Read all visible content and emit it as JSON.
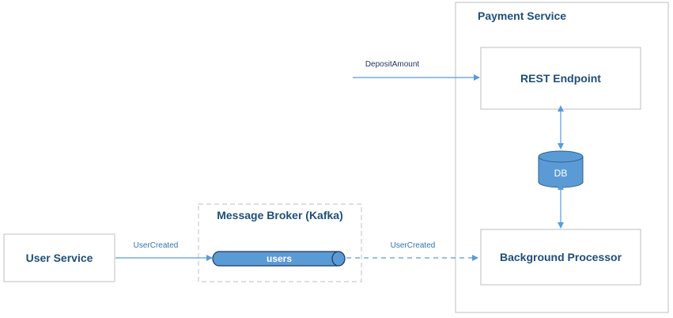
{
  "colors": {
    "stroke_box": "#bfbfbf",
    "text_dark": "#1f4e79",
    "arrow": "#5b9bd5",
    "fill_blue": "#5b9bd5",
    "stroke_blue": "#2e5f8f"
  },
  "nodes": {
    "payment_service": {
      "label": "Payment Service"
    },
    "rest_endpoint": {
      "label": "REST Endpoint"
    },
    "db": {
      "label": "DB"
    },
    "background_processor": {
      "label": "Background Processor"
    },
    "message_broker": {
      "label": "Message Broker (Kafka)"
    },
    "users_topic": {
      "label": "users"
    },
    "user_service": {
      "label": "User Service"
    }
  },
  "edges": {
    "deposit_amount": {
      "label": "DepositAmount"
    },
    "user_created_to_broker": {
      "label": "UserCreated"
    },
    "user_created_to_processor": {
      "label": "UserCreated"
    }
  }
}
